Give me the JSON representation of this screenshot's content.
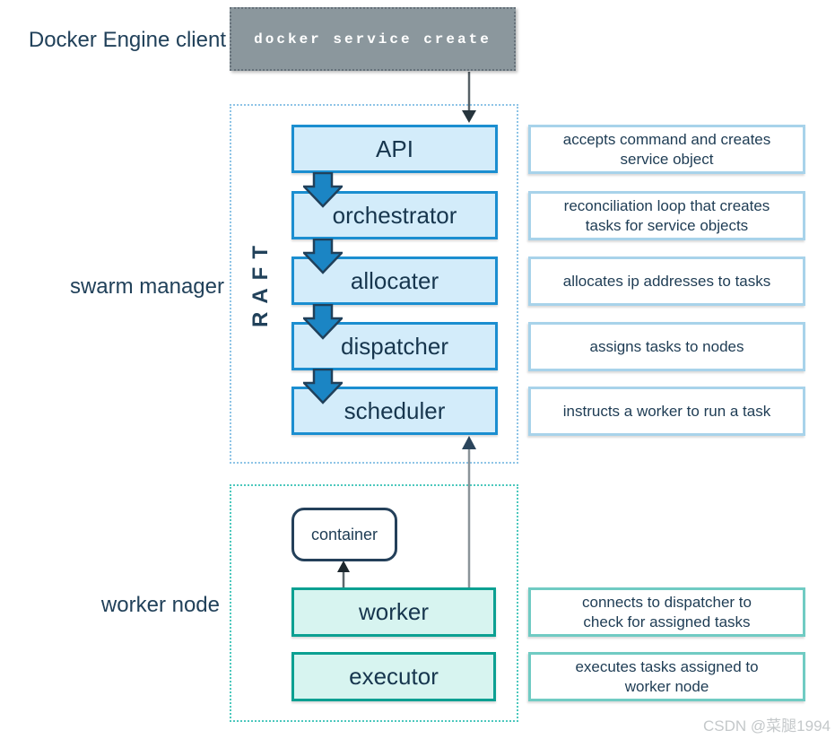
{
  "diagram": {
    "client_label": "Docker Engine client",
    "command": "docker service create",
    "swarm_manager_label": "swarm manager",
    "raft_label": "RAFT",
    "worker_node_label": "worker node",
    "watermark": "CSDN @菜腿1994"
  },
  "manager_components": [
    {
      "label": "API",
      "description": "accepts command and creates\nservice object"
    },
    {
      "label": "orchestrator",
      "description": "reconciliation loop that creates\ntasks for service objects"
    },
    {
      "label": "allocater",
      "description": "allocates ip addresses to tasks"
    },
    {
      "label": "dispatcher",
      "description": "assigns tasks to nodes"
    },
    {
      "label": "scheduler",
      "description": "instructs a worker to run a task"
    }
  ],
  "worker_components": {
    "container": {
      "label": "container"
    },
    "worker": {
      "label": "worker",
      "description": "connects to dispatcher to\ncheck for assigned tasks"
    },
    "executor": {
      "label": "executor",
      "description": "executes tasks assigned to\nworker node"
    }
  },
  "colors": {
    "manager_box_fill": "#d3ecfa",
    "manager_box_border": "#1b8ed0",
    "flow_arrow_fill": "#1b85c4",
    "flow_arrow_stroke": "#20405a",
    "worker_box_fill": "#d7f4f0",
    "worker_box_border": "#0ca092",
    "description_border_blue": "#a8d3ea",
    "description_border_teal": "#70cbc3",
    "swarm_group_border": "#8ec4e6",
    "worker_group_border": "#4cc8bd",
    "command_box_fill": "#8b979d",
    "text_navy": "#1e3c54"
  }
}
